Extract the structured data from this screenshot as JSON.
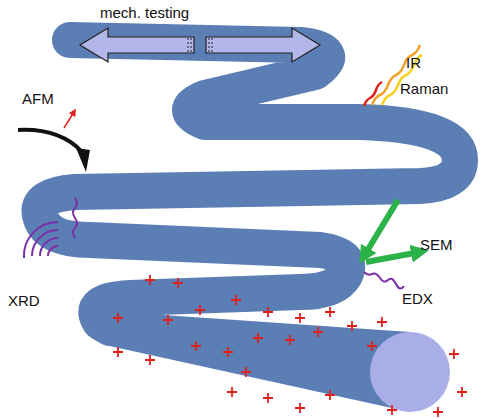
{
  "diagram": {
    "labels": [
      "mech. testing",
      "IR",
      "Raman",
      "AFM",
      "XRD",
      "SEM",
      "EDX"
    ]
  }
}
